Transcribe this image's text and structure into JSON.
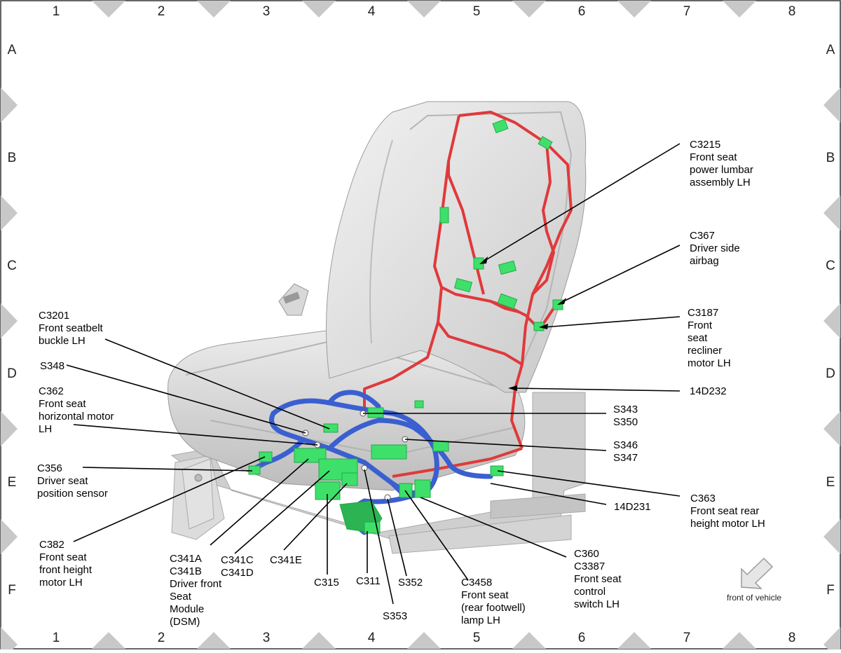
{
  "grid": {
    "columns": [
      "1",
      "2",
      "3",
      "4",
      "5",
      "6",
      "7",
      "8"
    ],
    "rows": [
      "A",
      "B",
      "C",
      "D",
      "E",
      "F"
    ]
  },
  "callouts": [
    {
      "id": "c3215",
      "lines": [
        "C3215",
        "Front seat",
        "power lumbar",
        "assembly LH"
      ]
    },
    {
      "id": "c367",
      "lines": [
        "C367",
        "Driver side",
        "airbag"
      ]
    },
    {
      "id": "c3187",
      "lines": [
        "C3187",
        "Front",
        "seat",
        "recliner",
        "motor LH"
      ]
    },
    {
      "id": "14d232",
      "lines": [
        "14D232"
      ]
    },
    {
      "id": "s343",
      "lines": [
        "S343",
        "S350"
      ]
    },
    {
      "id": "s346",
      "lines": [
        "S346",
        "S347"
      ]
    },
    {
      "id": "c363",
      "lines": [
        "C363",
        "Front seat rear",
        "height motor LH"
      ]
    },
    {
      "id": "14d231",
      "lines": [
        "14D231"
      ]
    },
    {
      "id": "c360",
      "lines": [
        "C360",
        "C3387",
        "Front seat",
        "control",
        "switch LH"
      ]
    },
    {
      "id": "c3458",
      "lines": [
        "C3458",
        "Front seat",
        "(rear footwell)",
        "lamp LH"
      ]
    },
    {
      "id": "s352",
      "lines": [
        "S352"
      ]
    },
    {
      "id": "c311",
      "lines": [
        "C311"
      ]
    },
    {
      "id": "s353",
      "lines": [
        "S353"
      ]
    },
    {
      "id": "c315",
      "lines": [
        "C315"
      ]
    },
    {
      "id": "c341e",
      "lines": [
        "C341E"
      ]
    },
    {
      "id": "c341c",
      "lines": [
        "C341C",
        "C341D"
      ]
    },
    {
      "id": "c341a",
      "lines": [
        "C341A",
        "C341B",
        "Driver front",
        "Seat",
        "Module",
        "(DSM)"
      ]
    },
    {
      "id": "c382",
      "lines": [
        "C382",
        "Front seat",
        "front height",
        "motor LH"
      ]
    },
    {
      "id": "c356",
      "lines": [
        "C356",
        "Driver seat",
        "position sensor"
      ]
    },
    {
      "id": "c362",
      "lines": [
        "C362",
        "Front seat",
        "horizontal motor",
        "LH"
      ]
    },
    {
      "id": "s348",
      "lines": [
        "S348"
      ]
    },
    {
      "id": "c3201",
      "lines": [
        "C3201",
        "Front seatbelt",
        "buckle LH"
      ]
    }
  ],
  "orientation": {
    "label": "front of vehicle",
    "icon": "arrow-down-left-icon"
  },
  "colors": {
    "harness_red": "#e0393a",
    "harness_blue": "#3a5fd0",
    "connector_green": "#3ee06a",
    "seat_gray": "#d8d8d8",
    "frame_gray": "#bdbdbd"
  }
}
